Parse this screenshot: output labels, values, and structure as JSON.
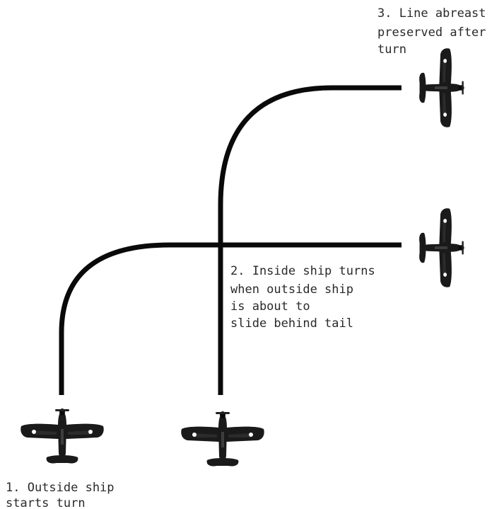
{
  "captions": {
    "step1": [
      "1. Outside ship",
      "starts turn"
    ],
    "step2": [
      "2. Inside ship turns",
      "when outside ship",
      "is about to",
      "slide behind tail"
    ],
    "step3": [
      "3. Line abreast",
      "preserved after",
      "turn"
    ]
  },
  "icons": {
    "aircraft": "fighter-plane-icon"
  },
  "colors": {
    "line": "#0a0a0a",
    "aircraft": "#1a1a1a",
    "text": "#2a2a2a"
  }
}
